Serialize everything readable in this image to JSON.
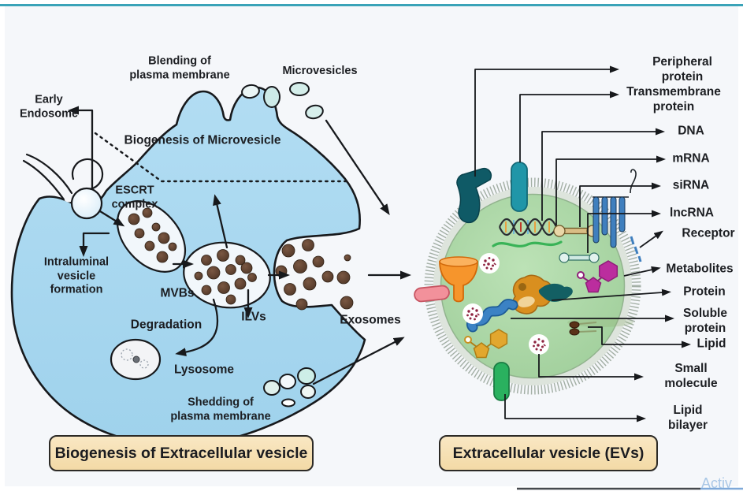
{
  "title_boxes": {
    "left": "Biogenesis of Extracellular vesicle",
    "right": "Extracellular vesicle (EVs)"
  },
  "left": {
    "blending": "Blending of\nplasma membrane",
    "microvesicles": "Microvesicles",
    "early_endosome": "Early\nEndosome",
    "biogenesis_microvesicle": "Biogenesis of Microvesicle",
    "escrt": "ESCRT\ncomplex",
    "intraluminal": "Intraluminal\nvesicle\nformation",
    "mvbs": "MVBs",
    "ilvs": "ILVs",
    "degradation": "Degradation",
    "lysosome": "Lysosome",
    "exosomes": "Exosomes",
    "shedding": "Shedding of\nplasma membrane"
  },
  "right": {
    "peripheral_protein": "Peripheral protein",
    "transmembrane_protein": "Transmembrane\nprotein",
    "dna": "DNA",
    "mrna": "mRNA",
    "sirna": "siRNA",
    "lncrna": "lncRNA",
    "receptor": "Receptor",
    "metabolites": "Metabolites",
    "protein": "Protein",
    "soluble_protein": "Soluble\nprotein",
    "lipid": "Lipid",
    "small_molecule": "Small molecule",
    "lipid_bilayer": "Lipid bilayer"
  },
  "watermark": "Activ",
  "colors": {
    "cell_fill": "#a6d7ef",
    "vesicle_fill": "#a9d6a4",
    "membrane_ring": "#dde4dc",
    "box_fill": "#f7e0b2",
    "accent_teal_line": "#3aa3b8",
    "outline": "#17191c",
    "exosome_dot": "#5f4334",
    "metabolite_magenta": "#bb2d9e",
    "funnel_orange": "#f6952c",
    "rod_teal": "#2096a8",
    "rod_green": "#2ab15f",
    "rod_pink": "#f2919b",
    "protein_blue": "#3b82c4",
    "watermark_blue": "#a9c7e6"
  }
}
